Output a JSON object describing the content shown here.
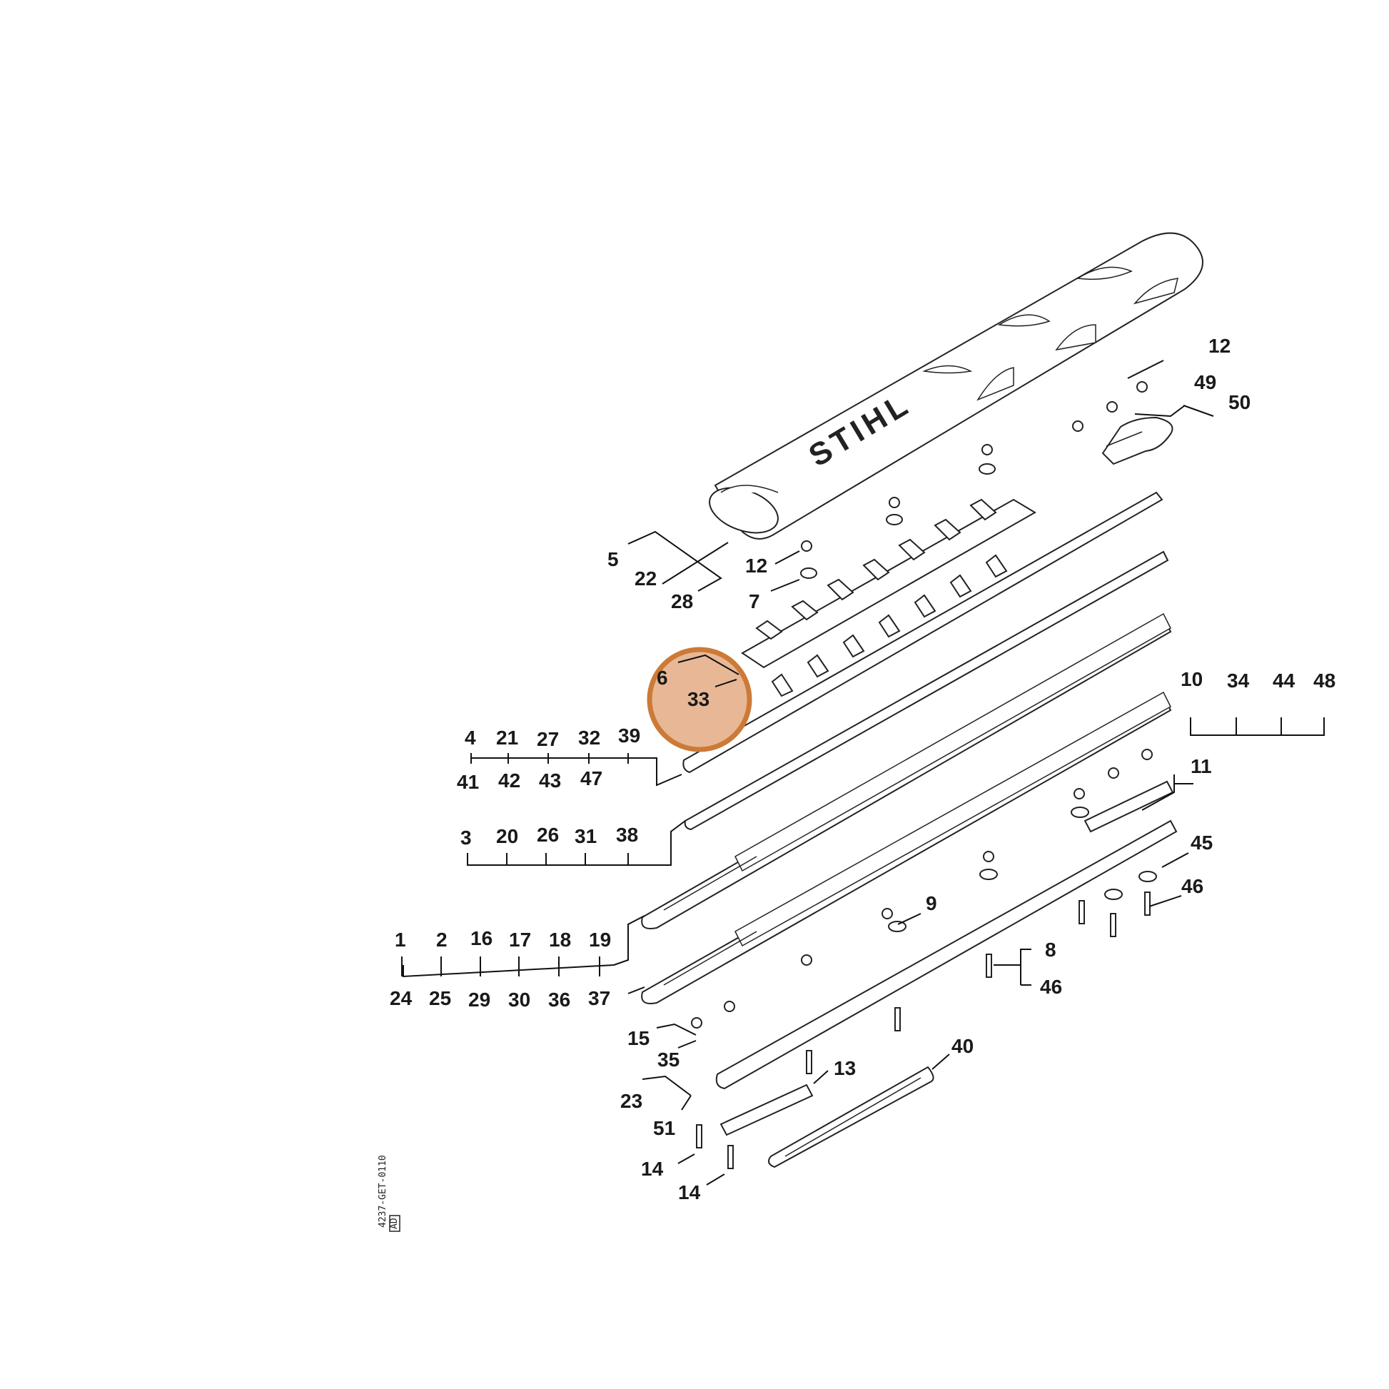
{
  "diagram": {
    "brand": "STIHL",
    "drawing_code": "4237-GET-0110",
    "badge": "AD",
    "highlight": {
      "label": "33",
      "color": "#d9a070"
    },
    "labels": [
      "12",
      "49",
      "50",
      "5",
      "22",
      "28",
      "12",
      "7",
      "6",
      "33",
      "10",
      "34",
      "44",
      "48",
      "4",
      "21",
      "27",
      "32",
      "39",
      "41",
      "42",
      "43",
      "47",
      "11",
      "3",
      "20",
      "26",
      "31",
      "38",
      "45",
      "46",
      "9",
      "1",
      "2",
      "16",
      "17",
      "18",
      "19",
      "24",
      "25",
      "29",
      "30",
      "36",
      "37",
      "8",
      "46",
      "15",
      "35",
      "40",
      "13",
      "23",
      "51",
      "14",
      "14"
    ]
  }
}
